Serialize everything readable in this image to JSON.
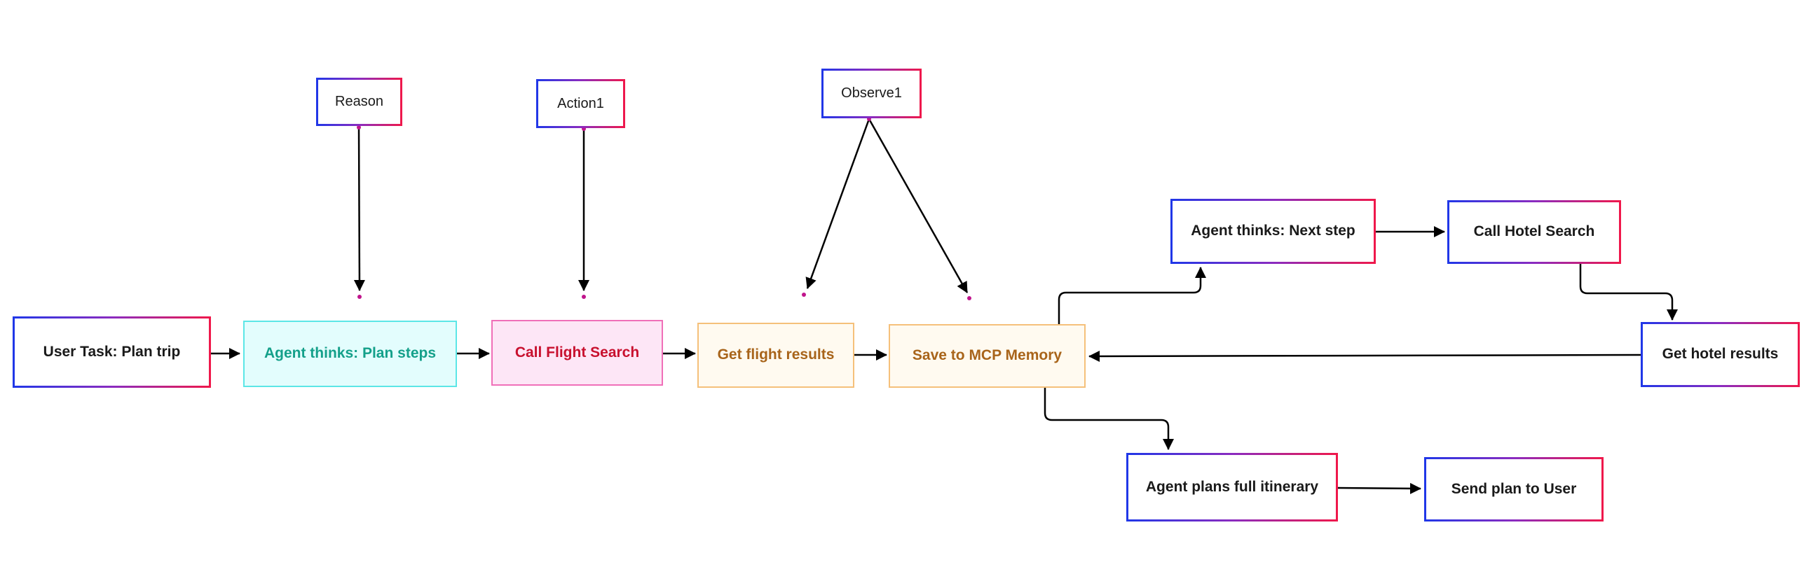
{
  "labels": {
    "reason": "Reason",
    "action1": "Action1",
    "observe1": "Observe1"
  },
  "nodes": {
    "user_task": "User Task: Plan trip",
    "agent_plan_steps": "Agent thinks: Plan steps",
    "call_flight_search": "Call Flight Search",
    "get_flight_results": "Get flight results",
    "save_mcp_memory": "Save to MCP Memory",
    "agent_next_step": "Agent thinks: Next step",
    "call_hotel_search": "Call Hotel Search",
    "get_hotel_results": "Get hotel results",
    "agent_plans_itinerary": "Agent plans full itinerary",
    "send_plan_user": "Send plan to User"
  },
  "colors": {
    "gradient_start": "#1f37e8",
    "gradient_end": "#f0184a",
    "cyan_fill": "#e3fdfd",
    "cyan_text": "#14a08a",
    "pink_fill": "#fde6f6",
    "pink_text": "#c8102e",
    "orange_fill": "#fffaf0",
    "orange_text": "#a8641a",
    "connector_dot": "#c0148c"
  }
}
